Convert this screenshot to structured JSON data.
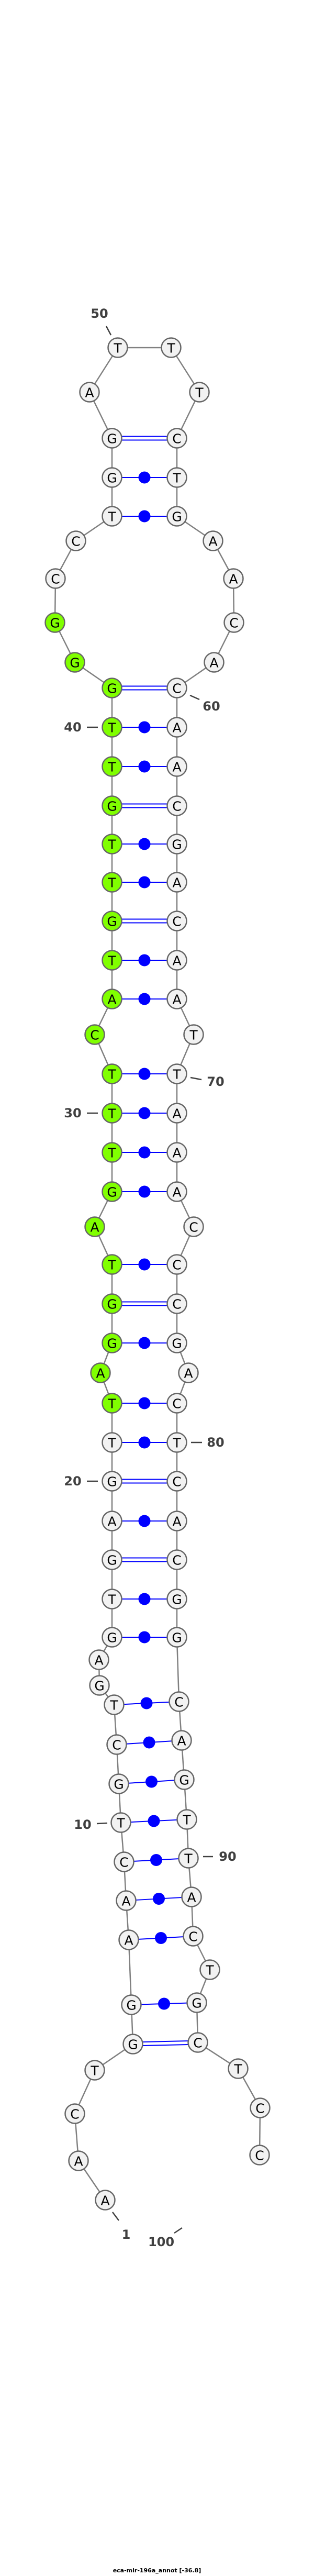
{
  "title": "eca-mir-196a_annot [-36.8]",
  "sequence": "AACTGGAACTGCTGAGTGAGTTAGGTAGTTTCATGTTGTTGGGCCTGGATTTCTGAACACAACGACAATTAAACCCGACTCACGGCAGTTACTGCTCC",
  "highlight": {
    "from": 22,
    "to": 43,
    "color": "#80ff00"
  },
  "colors": {
    "node_fill": "#f2f2f2",
    "node_stroke": "#666666",
    "backbone": "#808080",
    "pair": "#0000ff",
    "label": "#404040"
  },
  "pairs": [
    [
      5,
      95
    ],
    [
      6,
      94
    ],
    [
      7,
      92
    ],
    [
      8,
      91
    ],
    [
      9,
      90
    ],
    [
      10,
      89
    ],
    [
      11,
      88
    ],
    [
      12,
      87
    ],
    [
      13,
      86
    ],
    [
      16,
      85
    ],
    [
      17,
      84
    ],
    [
      18,
      83
    ],
    [
      19,
      82
    ],
    [
      20,
      81
    ],
    [
      21,
      80
    ],
    [
      22,
      79
    ],
    [
      24,
      77
    ],
    [
      25,
      76
    ],
    [
      26,
      75
    ],
    [
      28,
      73
    ],
    [
      29,
      72
    ],
    [
      30,
      71
    ],
    [
      31,
      70
    ],
    [
      33,
      68
    ],
    [
      34,
      67
    ],
    [
      35,
      66
    ],
    [
      36,
      65
    ],
    [
      37,
      64
    ],
    [
      38,
      63
    ],
    [
      39,
      62
    ],
    [
      40,
      61
    ],
    [
      41,
      60
    ],
    [
      46,
      55
    ],
    [
      47,
      54
    ],
    [
      48,
      53
    ]
  ],
  "number_labels": [
    {
      "pos": 1,
      "text": "1"
    },
    {
      "pos": 10,
      "text": "10"
    },
    {
      "pos": 20,
      "text": "20"
    },
    {
      "pos": 30,
      "text": "30"
    },
    {
      "pos": 40,
      "text": "40"
    },
    {
      "pos": 50,
      "text": "50"
    },
    {
      "pos": 60,
      "text": "60"
    },
    {
      "pos": 70,
      "text": "70"
    },
    {
      "pos": 80,
      "text": "80"
    },
    {
      "pos": 90,
      "text": "90"
    },
    {
      "pos": 100,
      "text": "100"
    }
  ]
}
